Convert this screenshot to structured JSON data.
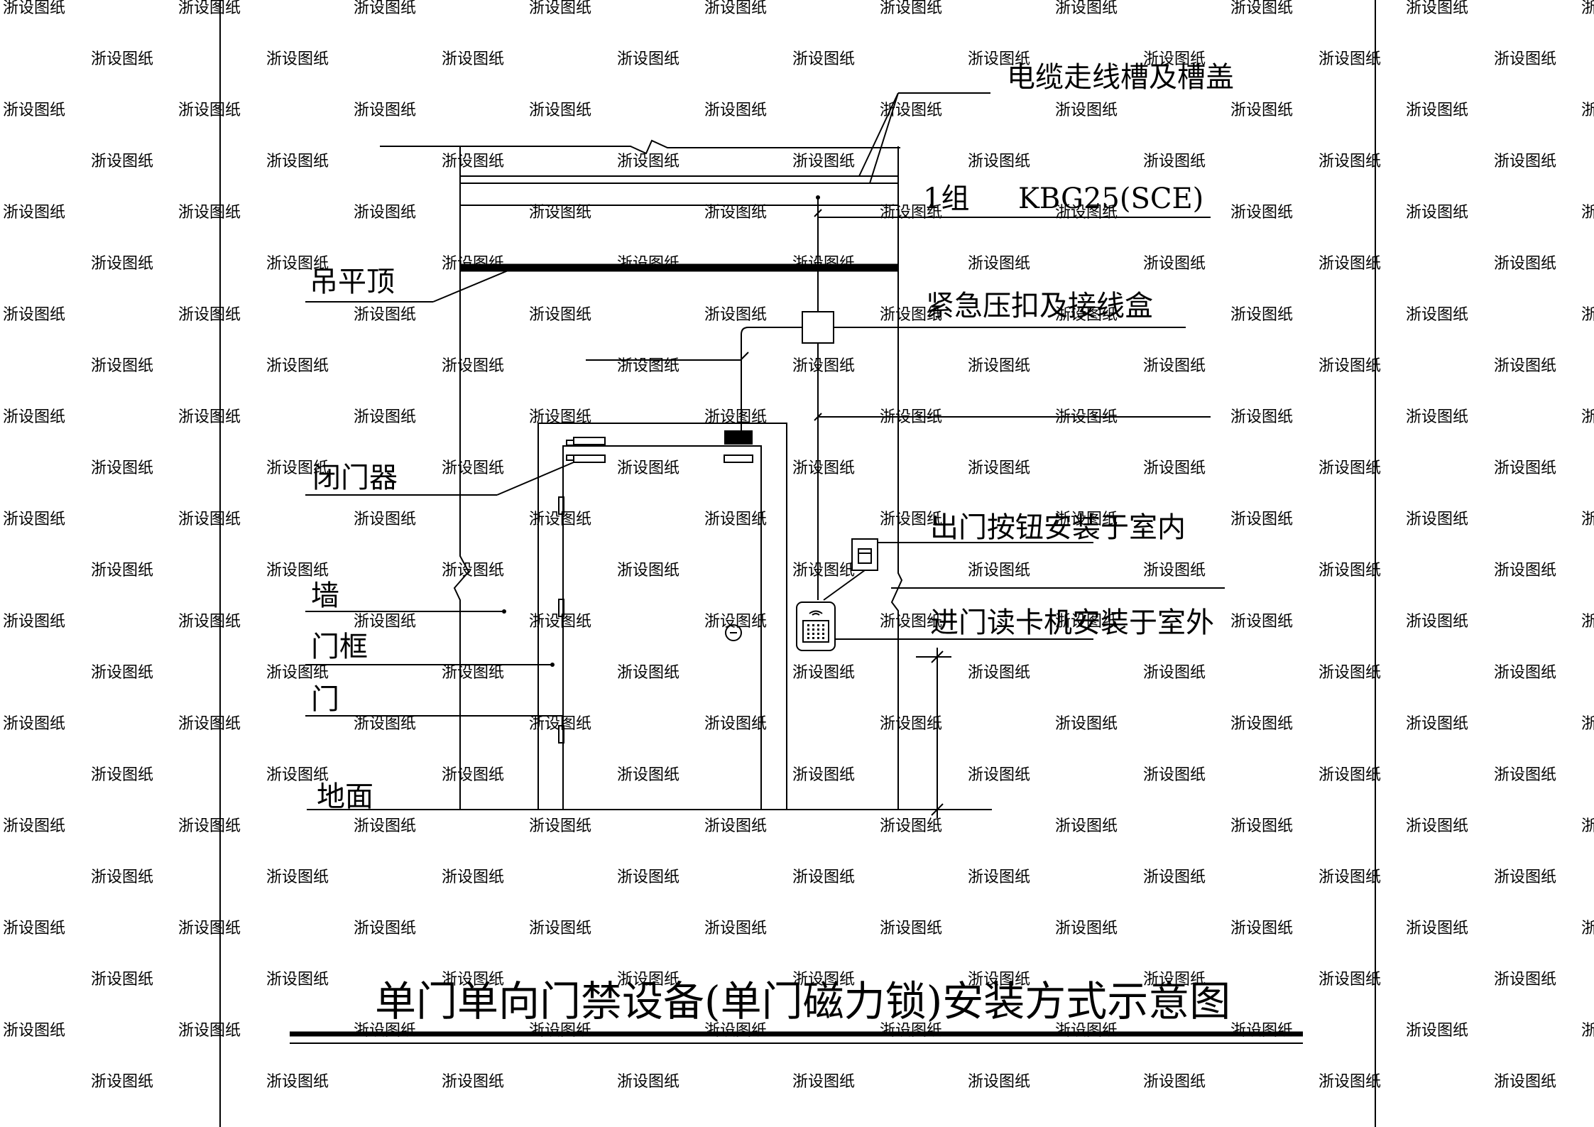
{
  "labels": {
    "cable_tray": "电缆走线槽及槽盖",
    "conduit_left": "1组",
    "conduit_right": "KBG25(SCE)",
    "ceiling": "吊平顶",
    "emergency_box": "紧急压扣及接线盒",
    "door_closer": "闭门器",
    "exit_button": "出门按钮安装于室内",
    "wall": "墙",
    "card_reader": "进门读卡机安装于室外",
    "door_frame": "门框",
    "door": "门",
    "floor": "地面"
  },
  "title": "单门单向门禁设备(单门磁力锁)安装方式示意图",
  "watermark": "浙设图纸",
  "colors": {
    "ink": "#000000",
    "watermark": "#dcdcdc",
    "background": "#ffffff"
  }
}
